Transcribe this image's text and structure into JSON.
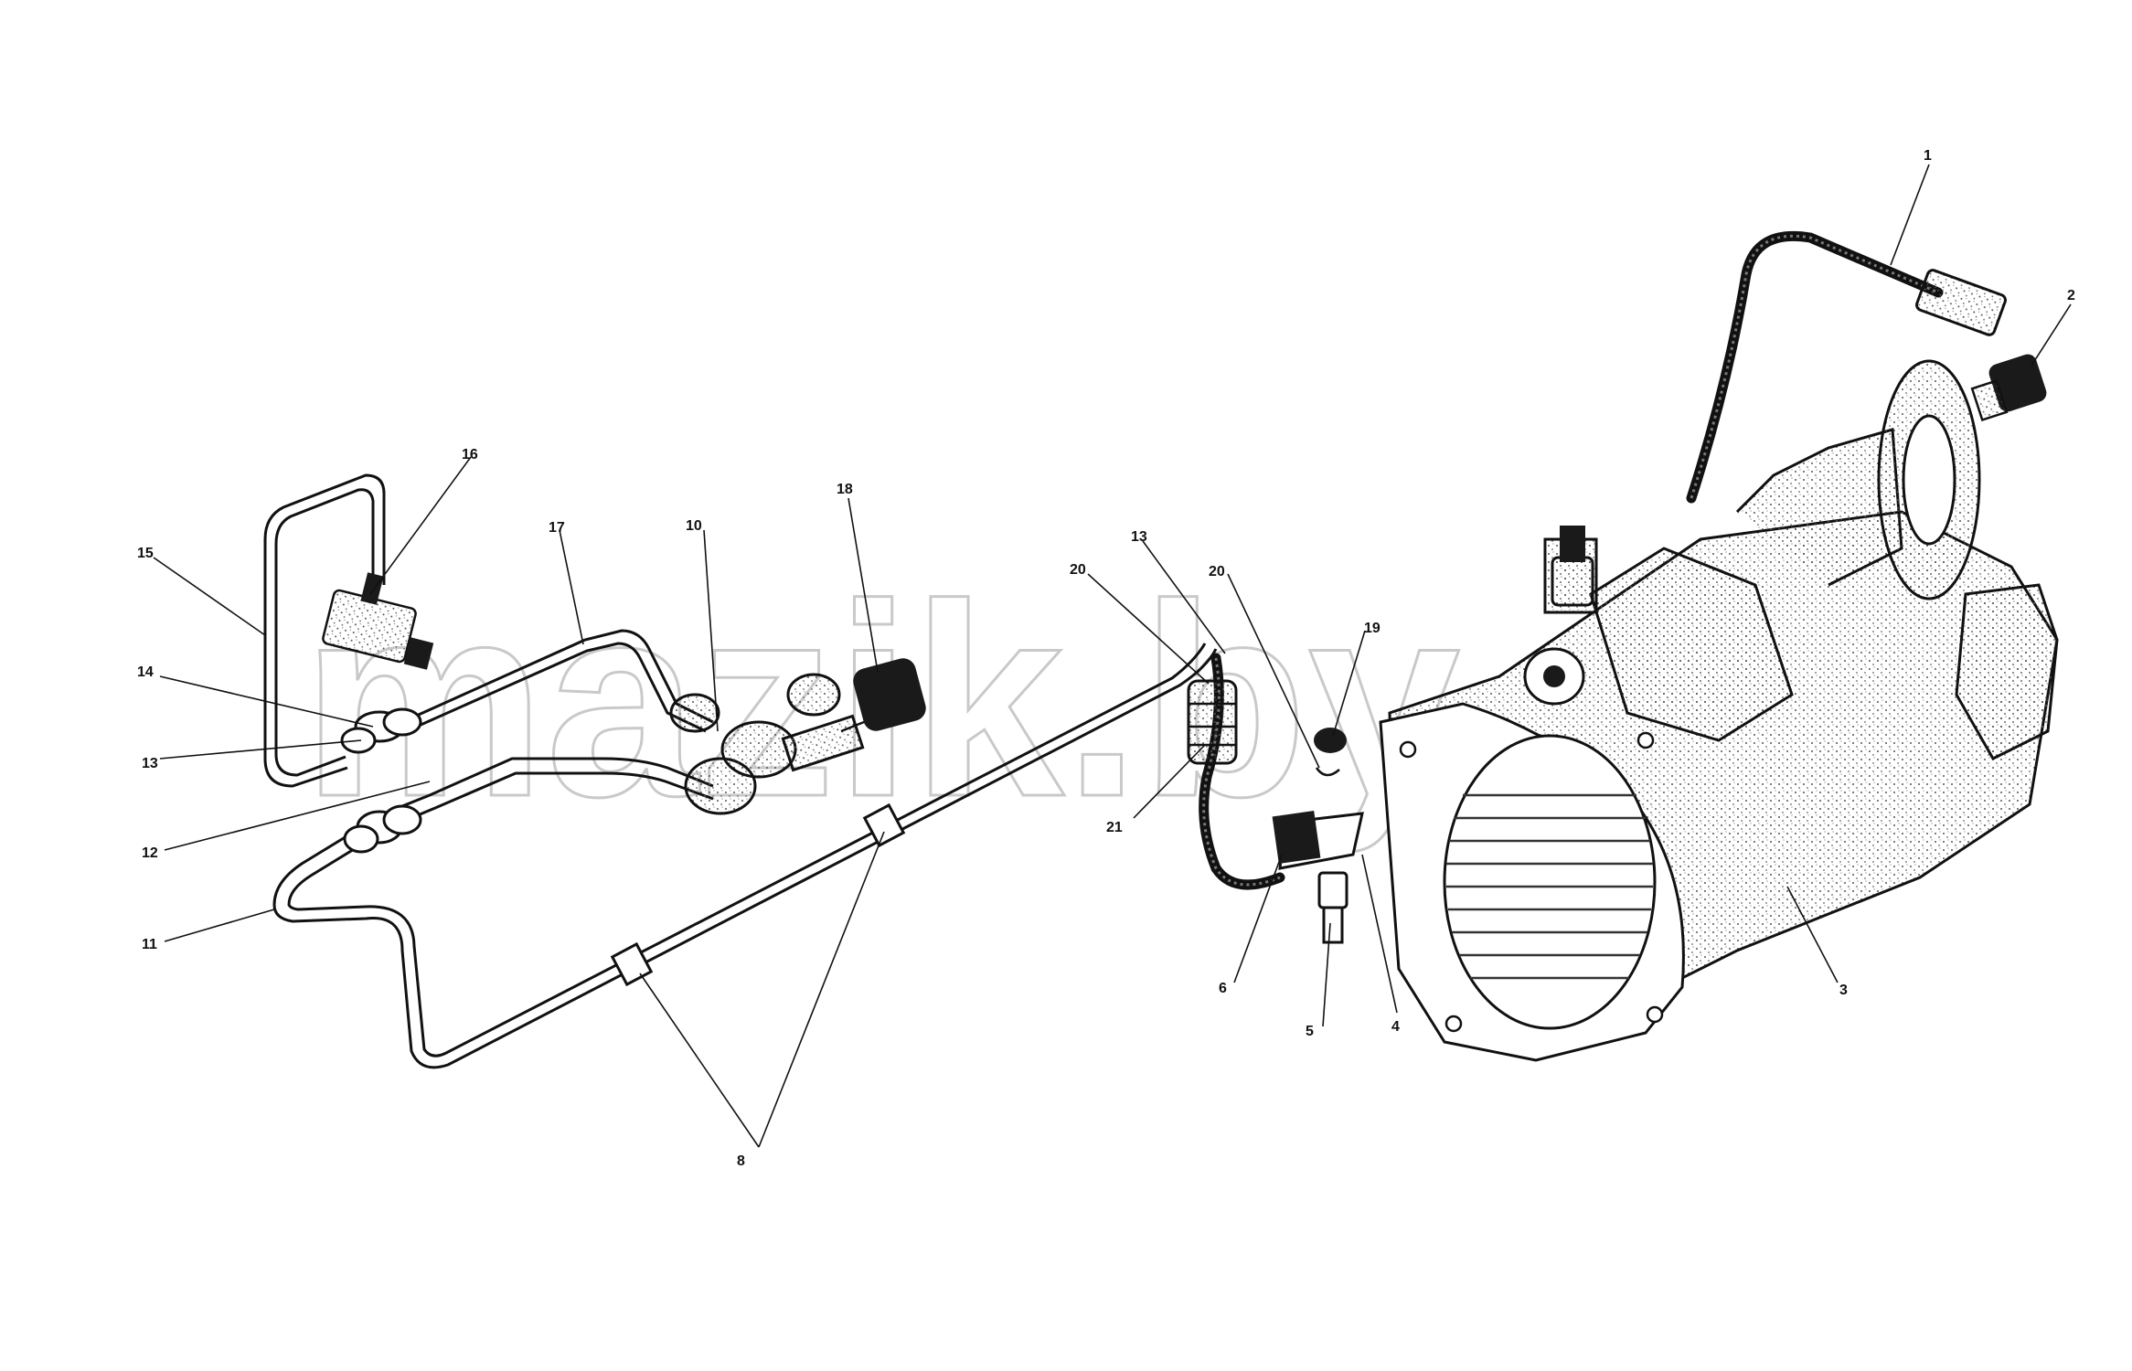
{
  "watermark": "mazik.by",
  "colors": {
    "ink": "#111111",
    "paper": "#ffffff",
    "watermark": "#c9c9c9",
    "stipple": "#777777"
  },
  "part_labels": {
    "p1": "1",
    "p2": "2",
    "p3": "3",
    "p4": "4",
    "p5": "5",
    "p6": "6",
    "p8": "8",
    "p10": "10",
    "p11": "11",
    "p12": "12",
    "p13_left": "13",
    "p13_mid": "13",
    "p14": "14",
    "p15": "15",
    "p16": "16",
    "p17": "17",
    "p18": "18",
    "p19": "19",
    "p20_left": "20",
    "p20_right": "20",
    "p21": "21"
  }
}
